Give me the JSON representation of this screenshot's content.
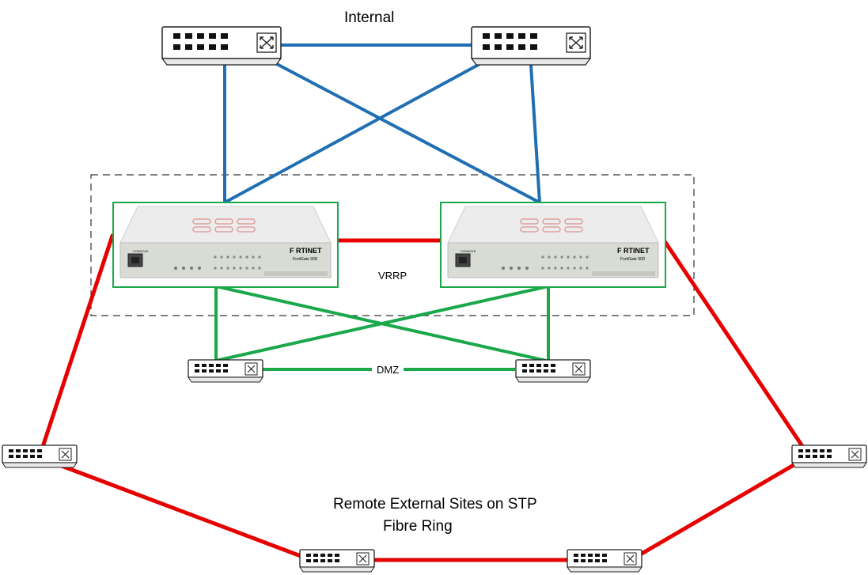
{
  "labels": {
    "internal": "Internal",
    "vrrp": "VRRP",
    "dmz": "DMZ",
    "remote_line1": "Remote External Sites on STP",
    "remote_line2": "Fibre Ring"
  },
  "firewall": {
    "brand": "F RTINET",
    "model": "FortiGate 90D",
    "console": "CONSOLE"
  },
  "colors": {
    "internal_links": "#1f6fb2",
    "dmz_links": "#1aa84a",
    "ring_links": "#e60000",
    "cluster_border": "#333333",
    "firewall_frame": "#1aa84a"
  },
  "icons": [
    "switch-icon",
    "firewall-icon"
  ]
}
